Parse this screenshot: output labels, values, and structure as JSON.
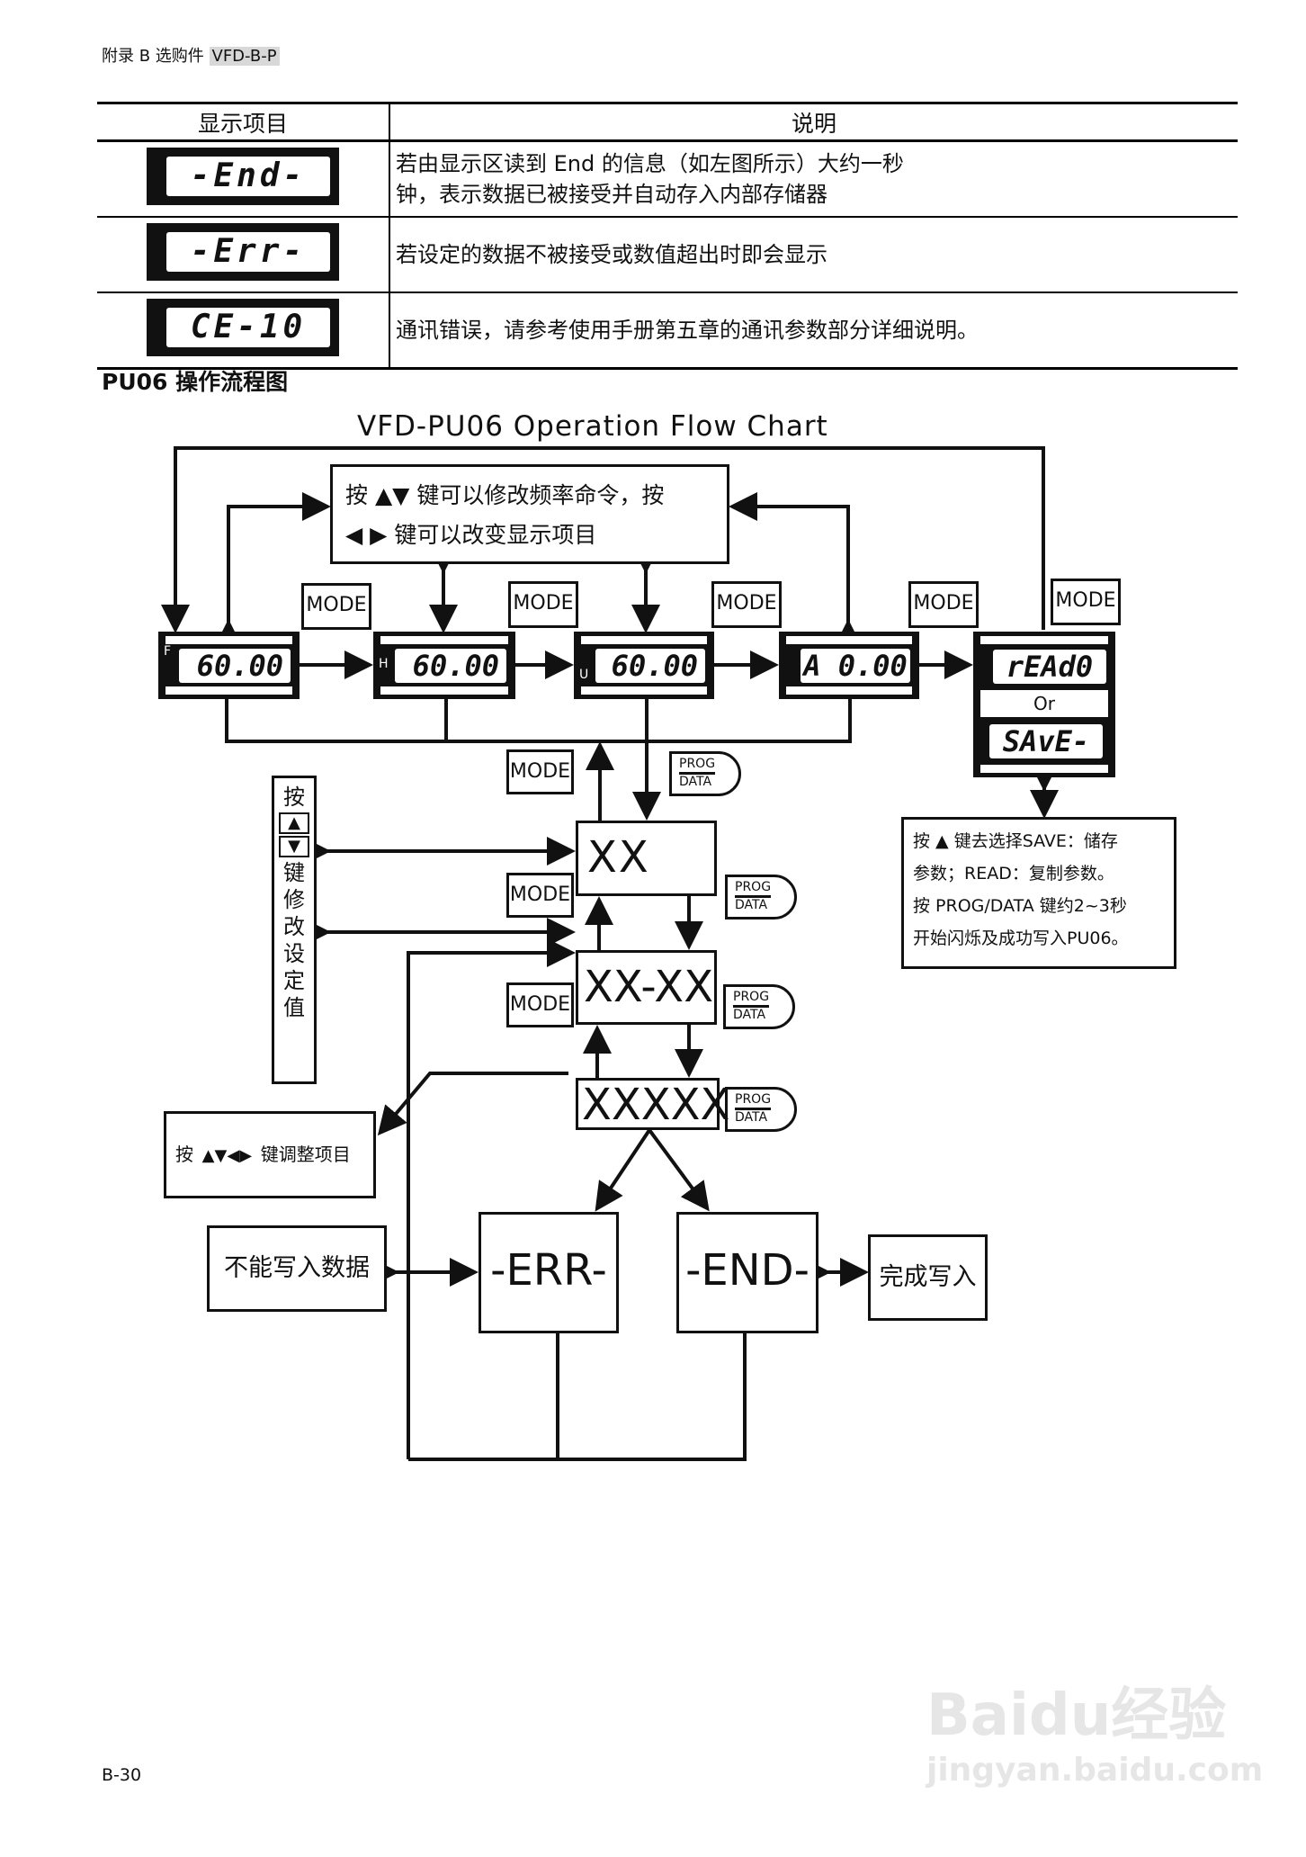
{
  "header": {
    "prefix": "附录 B  选购件 ",
    "highlight": "VFD-B-P"
  },
  "table": {
    "col1": "显示项目",
    "col2": "说明",
    "rows": [
      {
        "display": "-End-",
        "desc": "若由显示区读到 End 的信息（如左图所示）大约一秒钟，表示数据已被接受并自动存入内部存储器"
      },
      {
        "display": "-Err-",
        "desc": "若设定的数据不被接受或数值超出时即会显示"
      },
      {
        "display": "CE-10",
        "desc": "通讯错误，请参考使用手册第五章的通讯参数部分详细说明。"
      }
    ]
  },
  "section_title": "PU06 操作流程图",
  "flow": {
    "title": "VFD-PU06 Operation Flow Chart",
    "top_note_line1": "按 ▲▼ 键可以修改频率命令，按",
    "top_note_line2": "◀ ▶  键可以改变显示项目",
    "mode": "MODE",
    "prog": "PROG",
    "data": "DATA",
    "displays": [
      {
        "label": "F",
        "value": "60.00"
      },
      {
        "label": "H",
        "value": "60.00"
      },
      {
        "label": "U",
        "value": "60.00"
      },
      {
        "label": "",
        "value": "A  0.00"
      }
    ],
    "read_display": "rEAd0",
    "or": "Or",
    "save_display": "SAvE-",
    "save_note": [
      "按 ▲ 键去选择SAVE：储存",
      "参数；READ：复制参数。",
      "按 PROG/DATA 键约2~3秒",
      "开始闪烁及成功写入PU06。"
    ],
    "param_levels": [
      "XX",
      "XX-XX",
      "XXXXX"
    ],
    "left_panel": [
      "按",
      "▲",
      "▼",
      "键",
      "修",
      "改",
      "设",
      "定",
      "值"
    ],
    "adjust_note_pre": "按",
    "adjust_note_post": "键调整项目",
    "err": "-ERR-",
    "end": "-END-",
    "cannot_write": "不能写入数据",
    "write_done": "完成写入"
  },
  "page_number": "B-30",
  "watermark": {
    "brand": "Baidu经验",
    "url": "jingyan.baidu.com"
  }
}
